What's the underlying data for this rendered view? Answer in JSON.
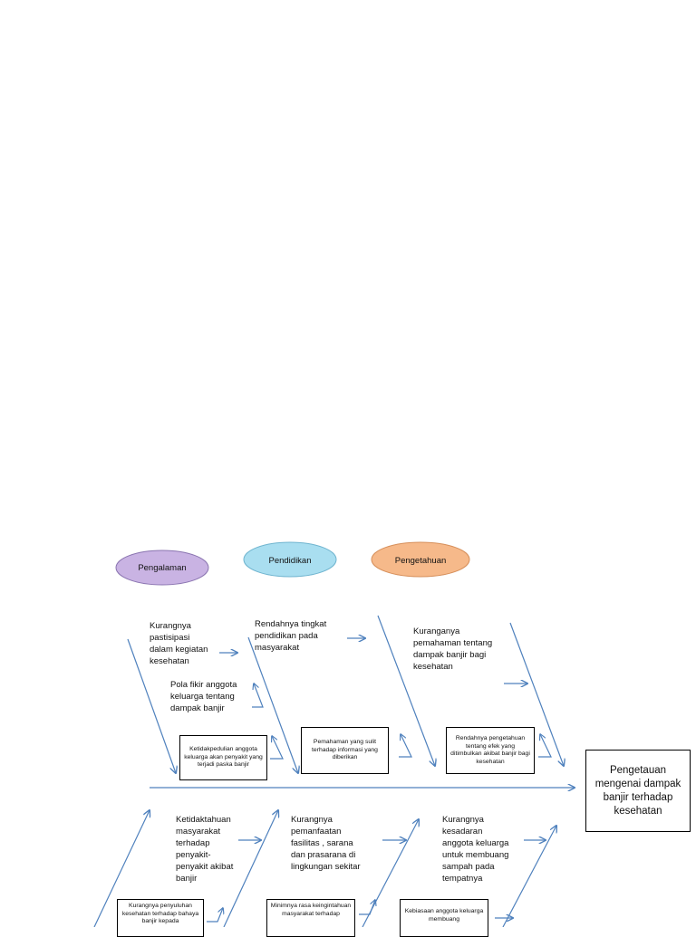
{
  "categories": [
    {
      "label": "Pengalaman",
      "color": "#c9b3e3"
    },
    {
      "label": "Pendidikan",
      "color": "#a9def0"
    },
    {
      "label": "Pengetahuan",
      "color": "#f6b98a"
    }
  ],
  "effect": "Pengetauan mengenai dampak banjir terhadap kesehatan",
  "causes_top": [
    "Kurangnya\npastisipasi\ndalam kegiatan\nkesehatan",
    "Pola fikir anggota\nkeluarga tentang\ndampak banjir",
    "Rendahnya tingkat\npendidikan pada\nmasyarakat",
    "Kuranganya\npemahaman tentang\ndampak banjir bagi\nkesehatan"
  ],
  "boxes_top": [
    "Ketidakpedulian anggota keluarga akan penyakit yang terjadi paska banjir",
    "Pemahaman yang sulit terhadap informasi yang diberikan",
    "Rendahnya pengetahuan tentang efek yang ditimbulkan akibat banjir bagi kesehatan"
  ],
  "causes_bottom": [
    "Ketidaktahuan\nmasyarakat\nterhadap\npenyakit-\npenyakit akibat\nbanjir",
    "Kurangnya\npemanfaatan\nfasilitas , sarana\ndan prasarana di\nlingkungan sekitar",
    "Kurangnya\nkesadaran\nanggota keluarga\nuntuk membuang\nsampah pada\ntempatnya"
  ],
  "boxes_bottom": [
    "Kurangnya penyuluhan kesehatan terhadap bahaya banjir kepada",
    "Minimnya rasa keingintahuan masyarakat terhadap",
    "Kebiasaan anggota keluarga membuang"
  ],
  "colors": {
    "arrow": "#4f81bd",
    "box_border": "#000000"
  }
}
